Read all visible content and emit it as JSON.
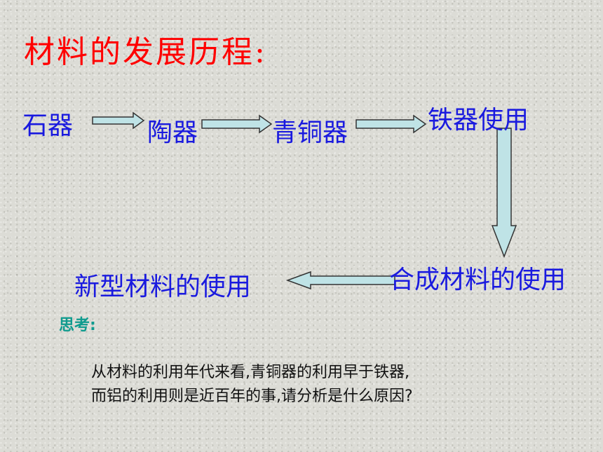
{
  "title": "材料的发展历程:",
  "nodes": {
    "stone": "石器",
    "pottery": "陶器",
    "bronze": "青铜器",
    "iron": "铁器使用",
    "synthetic": "合成材料的使用",
    "new_materials": "新型材料的使用"
  },
  "think_label": "思考:",
  "question_lines": [
    "从材料的利用年代来看,青铜器的利用早于铁器,",
    "而铝的利用则是近百年的事,请分析是什么原因?"
  ],
  "colors": {
    "title": "#ff0000",
    "nodes": "#1a1adf",
    "think": "#0f9b8e",
    "arrow_fill": "#bfe3e6",
    "arrow_stroke": "#333333"
  }
}
